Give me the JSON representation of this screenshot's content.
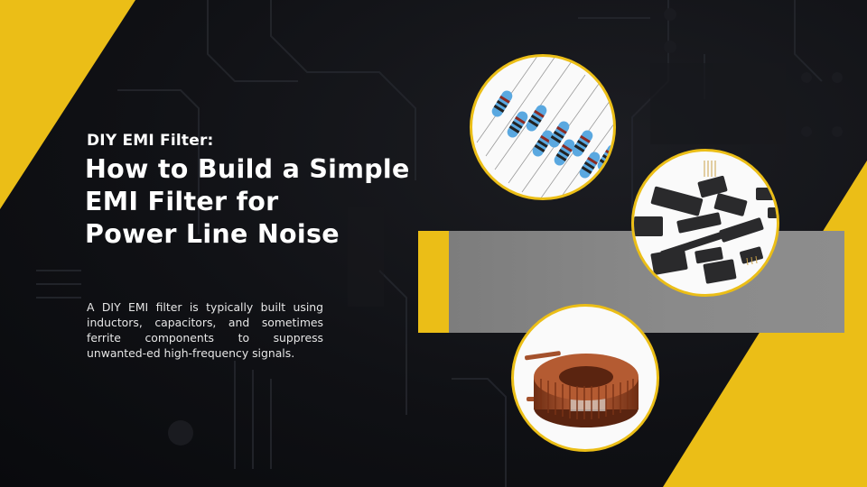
{
  "colors": {
    "accent_yellow": "#EBBE17",
    "background_dark": "#0B0C10",
    "band_grey": "#858585",
    "circle_fill": "#FAFAFA",
    "text_white": "#FFFFFF"
  },
  "hero": {
    "subtitle": "DIY EMI Filter:",
    "title_lines": [
      "How to Build a Simple",
      "EMI Filter for",
      "Power Line Noise"
    ],
    "description": "A DIY EMI filter is typically built using inductors, capacitors, and sometimes ferrite components to suppress unwanted-ed high-frequency signals."
  },
  "images": [
    {
      "name": "resistors-photo",
      "icon": "resistor-icon"
    },
    {
      "name": "pin-header-connectors-photo",
      "icon": "connector-icon"
    },
    {
      "name": "toroidal-inductor-photo",
      "icon": "inductor-icon"
    }
  ]
}
